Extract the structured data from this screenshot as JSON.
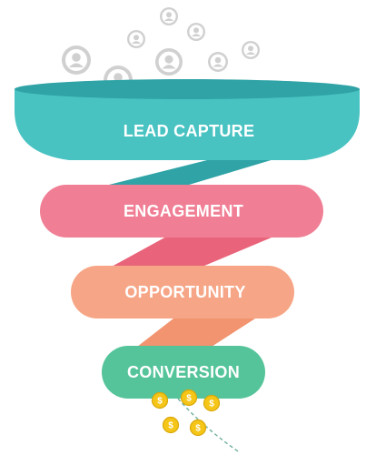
{
  "funnel": {
    "stages": [
      {
        "label": "LEAD CAPTURE",
        "color": "#49C2C2",
        "shade": "#2FA3A6"
      },
      {
        "label": "ENGAGEMENT",
        "color": "#F07F95",
        "shade": "#E9647A"
      },
      {
        "label": "OPPORTUNITY",
        "color": "#F6A686",
        "shade": "#F1946F"
      },
      {
        "label": "CONVERSION",
        "color": "#55C49A",
        "shade": "#3FAE86"
      }
    ],
    "label_color": "#FFFFFF",
    "user_icon_color": "#D0D0D0",
    "coin": {
      "symbol": "$",
      "color": "#F5C518",
      "edge": "#D9A80A"
    },
    "path_line_color": "#6FAF9D"
  }
}
